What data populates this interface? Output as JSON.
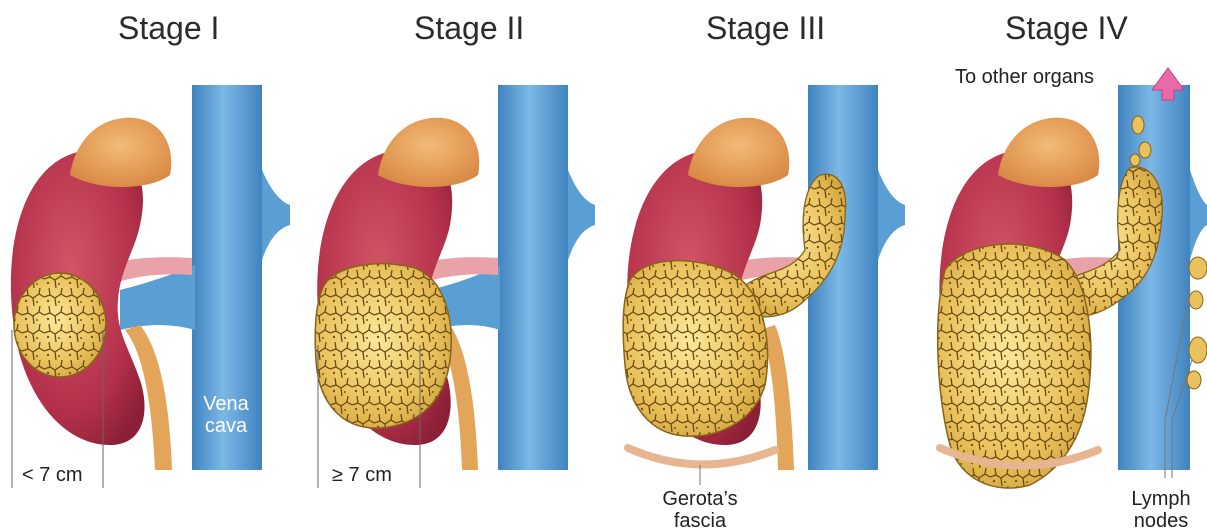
{
  "stages": [
    {
      "title": "Stage I"
    },
    {
      "title": "Stage II"
    },
    {
      "title": "Stage III"
    },
    {
      "title": "Stage IV"
    }
  ],
  "labels": {
    "stage1_size": "< 7 cm",
    "stage2_size": "≥ 7 cm",
    "vena_line1": "Vena",
    "vena_line2": "cava",
    "gerota_line1": "Gerota’s",
    "gerota_line2": "fascia",
    "other_organs": "To other organs",
    "lymph_line1": "Lymph",
    "lymph_line2": "nodes"
  },
  "colors": {
    "kidney": "#b8334a",
    "adrenal": "#e59a55",
    "vena_cava": "#5a9fd4",
    "tumor": "#e8c25a",
    "arrow": "#e86aa8"
  }
}
